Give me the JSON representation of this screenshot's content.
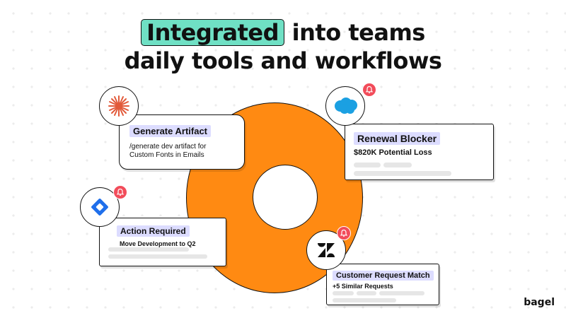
{
  "headline": {
    "highlight": "Integrated",
    "rest_line1": " into teams",
    "line2": "daily tools and workflows"
  },
  "colors": {
    "ring": "#ff8a12",
    "highlight": "#6fe0c4",
    "title_chip": "#dcdcff",
    "bell": "#f24c5a"
  },
  "cards": {
    "generate": {
      "icon": "sparkle-icon",
      "title": "Generate Artifact",
      "sub_line1": "/generate dev artifact for",
      "sub_line2": "Custom Fonts in Emails"
    },
    "renewal": {
      "icon": "salesforce-cloud-icon",
      "title": "Renewal Blocker",
      "sub": "$820K Potential Loss"
    },
    "action": {
      "icon": "jira-icon",
      "title": "Action Required",
      "sub": "Move Development to Q2"
    },
    "customer": {
      "icon": "zendesk-icon",
      "title": "Customer Request Match",
      "sub": "+5 Similar Requests"
    }
  },
  "brand": "bagel"
}
